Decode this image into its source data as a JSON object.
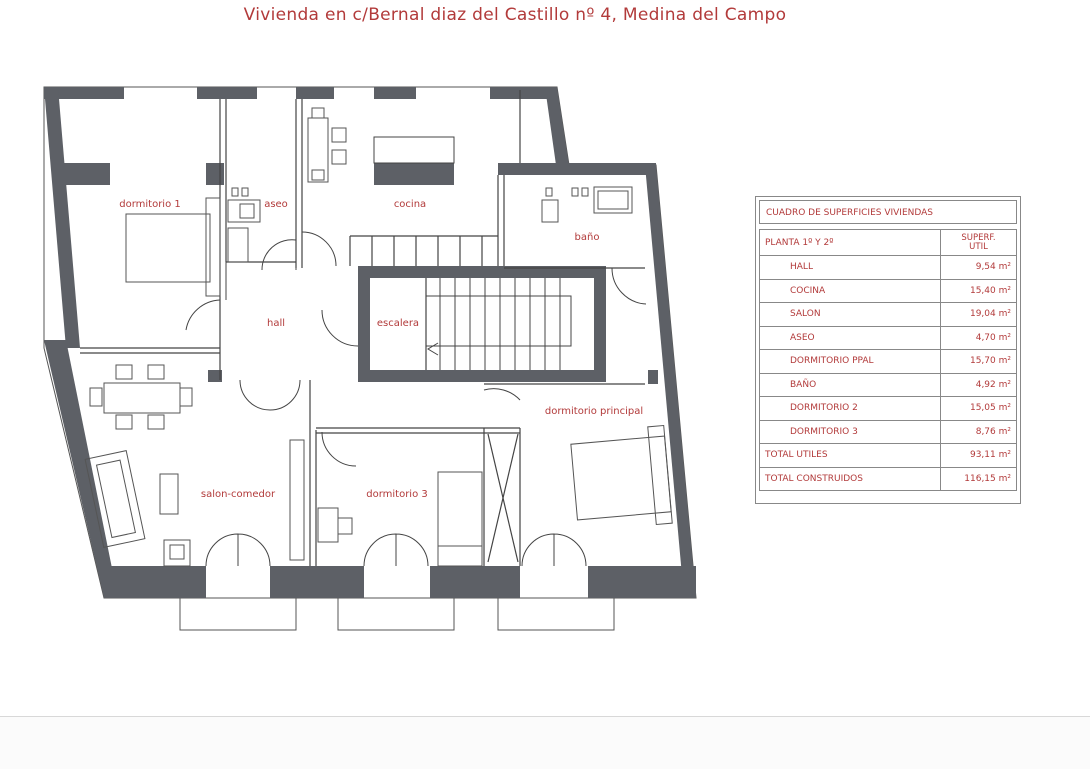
{
  "title": "Vivienda en c/Bernal diaz del Castillo nº 4, Medina del Campo",
  "rooms": {
    "dormitorio1": "dormitorio 1",
    "aseo": "aseo",
    "cocina": "cocina",
    "bano": "baño",
    "hall": "hall",
    "escalera": "escalera",
    "dormitorio_principal": "dormitorio principal",
    "salon_comedor": "salon-comedor",
    "dormitorio3": "dormitorio 3"
  },
  "surface_table": {
    "header": "CUADRO DE SUPERFICIES VIVIENDAS",
    "plant_label": "PLANTA 1º Y 2º",
    "unit_label_1": "SUPERF.",
    "unit_label_2": "UTIL",
    "rows": [
      {
        "name": "HALL",
        "value": "9,54 m²"
      },
      {
        "name": "COCINA",
        "value": "15,40 m²"
      },
      {
        "name": "SALON",
        "value": "19,04 m²"
      },
      {
        "name": "ASEO",
        "value": "4,70 m²"
      },
      {
        "name": "DORMITORIO PPAL",
        "value": "15,70 m²"
      },
      {
        "name": "BAÑO",
        "value": "4,92 m²"
      },
      {
        "name": "DORMITORIO 2",
        "value": "15,05 m²"
      },
      {
        "name": "DORMITORIO 3",
        "value": "8,76 m²"
      }
    ],
    "total_utiles_label": "TOTAL UTILES",
    "total_utiles_value": "93,11 m²",
    "total_construidos_label": "TOTAL CONSTRUIDOS",
    "total_construidos_value": "116,15 m²"
  },
  "colors": {
    "wall": "#5d6066",
    "text_accent": "#b23a3a",
    "line": "#444444"
  }
}
